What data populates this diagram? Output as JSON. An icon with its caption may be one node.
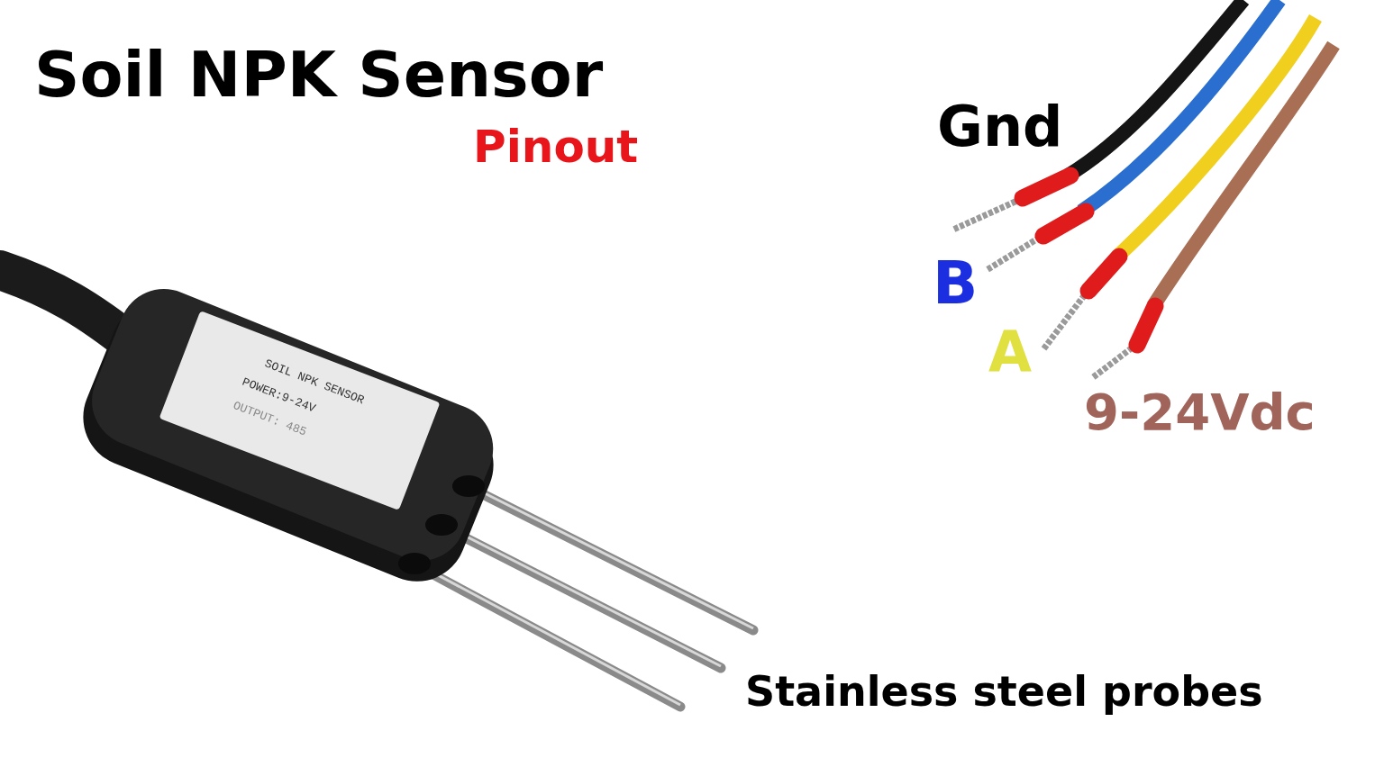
{
  "diagram": {
    "title": "Soil NPK Sensor",
    "labels": [
      "Pinout",
      "Gnd",
      "B",
      "A",
      "SOIL NPK SENSOR",
      "POWER:9-24V",
      "OUTPUT: 485",
      "9-24Vdc",
      "Stainless steel probes"
    ]
  }
}
